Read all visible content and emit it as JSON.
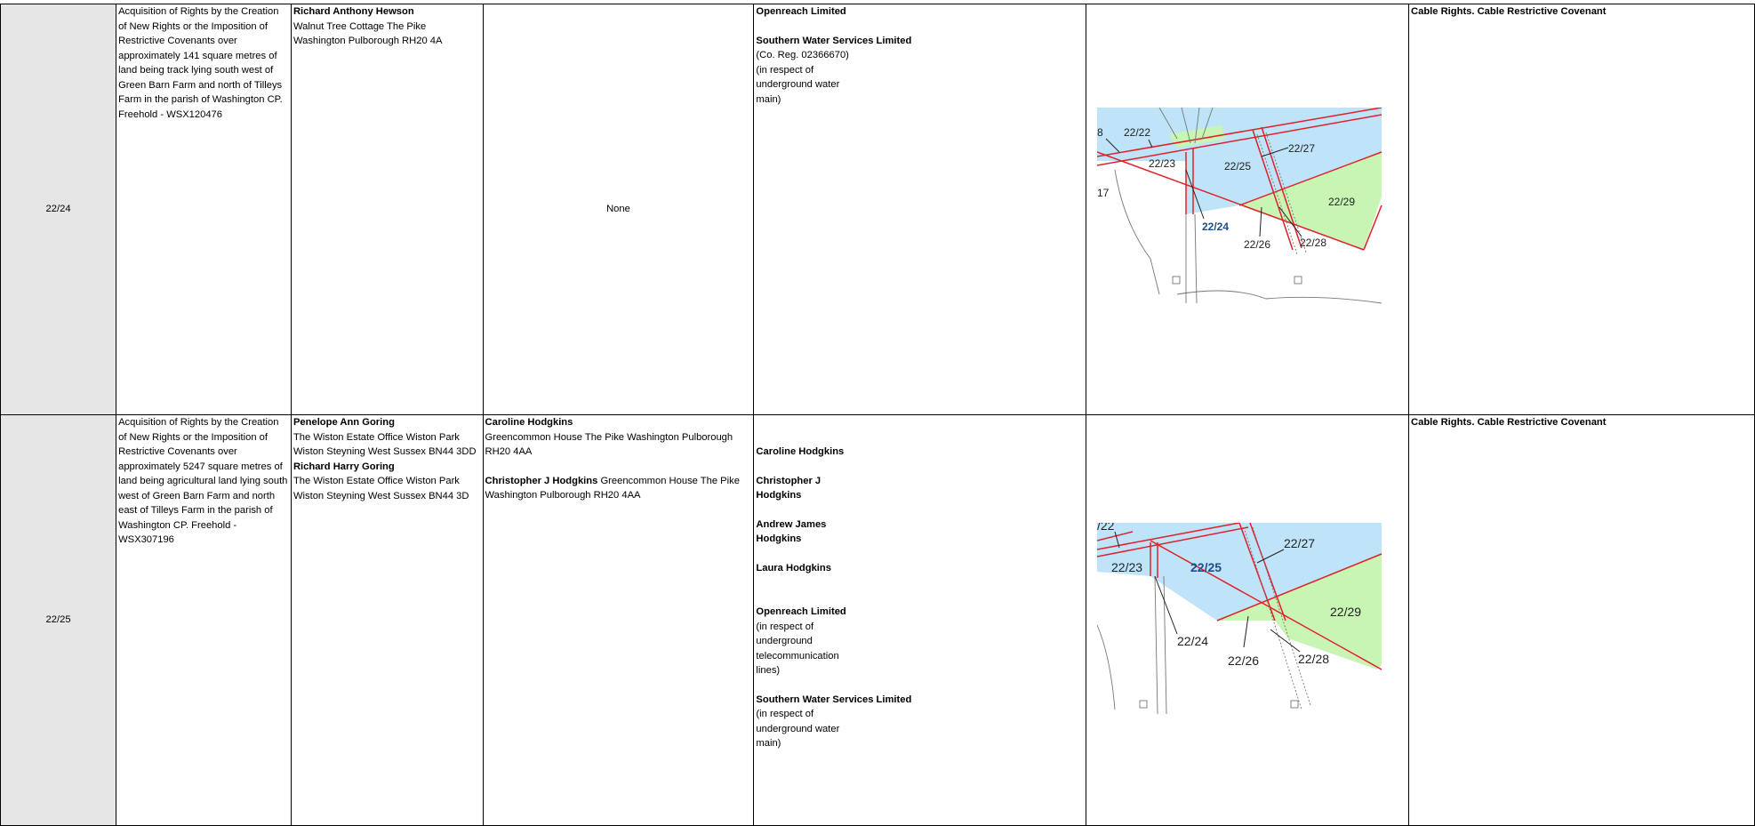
{
  "rows": [
    {
      "plot": "22/24",
      "description": "Acquisition of Rights by the Creation of New Rights or the Imposition of Restrictive Covenants over approximately 141 square metres of land being track lying south west of Green Barn Farm and north of Tilleys Farm in the parish of Washington CP. Freehold - WSX120476",
      "owners": [
        {
          "name": "Richard Anthony Hewson",
          "address": "Walnut Tree Cottage The Pike Washington Pulborough RH20 4A"
        }
      ],
      "occupiers_text": "None",
      "other_interests": {
        "openreach": "Openreach Limited",
        "southern": "Southern Water Services Limited",
        "southern_note": "(Co. Reg. 02366670) (in respect of underground water main)"
      },
      "map_labels": [
        "8",
        "22/22",
        "22/23",
        "22/25",
        "22/27",
        "22/29",
        "17",
        "22/24",
        "22/26",
        "22/28"
      ],
      "rights": "Cable Rights. Cable Restrictive Covenant"
    },
    {
      "plot": "22/25",
      "description": "Acquisition of Rights by the Creation of New Rights or the Imposition of Restrictive Covenants over approximately 5247 square metres of land being agricultural land lying south west of Green Barn Farm and north east of Tilleys Farm in the parish of Washington CP. Freehold - WSX307196",
      "owners": [
        {
          "name": "Penelope Ann Goring",
          "address": "The Wiston Estate Office Wiston Park Wiston Steyning West Sussex BN44 3DD"
        },
        {
          "name": "Richard Harry Goring",
          "address": "The Wiston Estate Office Wiston Park Wiston Steyning West Sussex BN44 3D"
        }
      ],
      "occupiers": [
        {
          "name": "Caroline Hodgkins",
          "address": "Greencommon House The Pike Washington Pulborough RH20 4AA"
        },
        {
          "name": "Christopher J Hodgkins",
          "address": "Greencommon House The Pike Washington Pulborough RH20 4AA"
        }
      ],
      "other_interests": {
        "p1": "Caroline Hodgkins",
        "p2": "Christopher J Hodgkins",
        "p3": "Andrew James Hodgkins",
        "p4": "Laura Hodgkins",
        "openreach": "Openreach Limited",
        "openreach_note": "(in respect of underground telecommunication lines)",
        "southern": "Southern Water Services Limited",
        "southern_note": "(in respect of underground water main)"
      },
      "map_labels": [
        "/22",
        "22/23",
        "22/25",
        "22/27",
        "22/29",
        "22/24",
        "22/26",
        "22/28"
      ],
      "rights": "Cable Rights. Cable Restrictive Covenant"
    }
  ]
}
